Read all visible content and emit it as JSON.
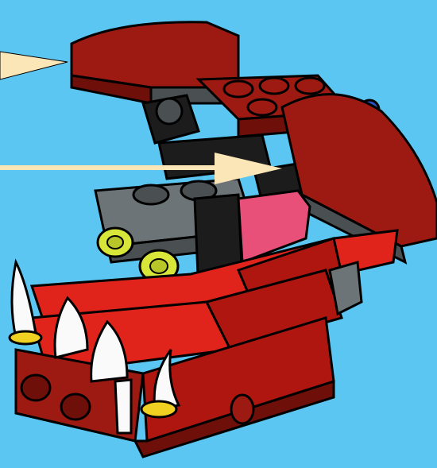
{
  "scene": {
    "description_visible_text": "",
    "colors": {
      "background": "#5cc6f2",
      "dark_red": "#9c1a12",
      "dark_red_shade": "#6e0f0a",
      "red": "#e0241b",
      "red_shade": "#b01610",
      "black": "#1c1c1c",
      "dark_gray": "#4a4f52",
      "gray": "#6d7477",
      "pink": "#e8507a",
      "lime": "#d8e63a",
      "white": "#fafafa",
      "tan_arrow": "#fbe6b8",
      "yellow_ring": "#f0d020",
      "blue_accent": "#2a4fbf"
    },
    "arrows": [
      {
        "name": "upper-arrow",
        "points_to": "upper-jaw-wedge"
      },
      {
        "name": "lower-arrow",
        "points_to": "hinge-clip"
      }
    ],
    "icons": [
      "lego-creature-illustration",
      "arrow-icon"
    ]
  }
}
